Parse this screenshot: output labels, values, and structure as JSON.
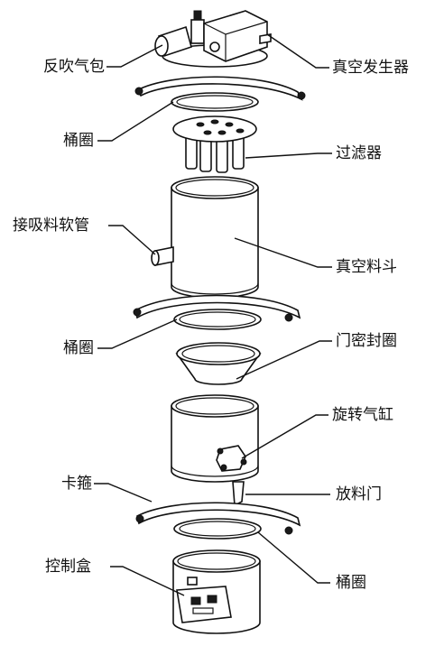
{
  "labels": {
    "back_blow_air_bag": "反吹气包",
    "vacuum_generator": "真空发生器",
    "barrel_ring_1": "桶圈",
    "filter": "过滤器",
    "suction_hose_connection": "接吸料软管",
    "vacuum_hopper": "真空料斗",
    "barrel_ring_2": "桶圈",
    "door_seal_ring": "门密封圈",
    "rotary_cylinder": "旋转气缸",
    "clamp": "卡箍",
    "discharge_door": "放料门",
    "control_box": "控制盒",
    "barrel_ring_3": "桶圈"
  },
  "colors": {
    "line": "#111111",
    "background": "#ffffff"
  }
}
